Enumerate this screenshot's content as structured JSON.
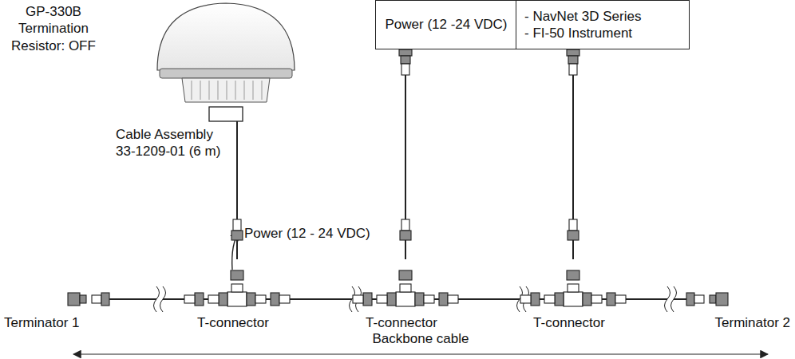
{
  "diagram": {
    "nodes": [
      {
        "text": [
          "Power (12 -24 VDC)"
        ]
      },
      {
        "text": [
          "- NavNet 3D Series",
          "- FI-50 Instrument"
        ]
      }
    ],
    "labels": [
      "GP-330B Termination Resistor: OFF",
      "Cable Assembly 33-1209-01 (6 m)",
      "Power (12 - 24 VDC)",
      "Terminator 1",
      "T-connector",
      "T-connector",
      "T-connector",
      "Terminator 2",
      "Backbone cable"
    ]
  }
}
